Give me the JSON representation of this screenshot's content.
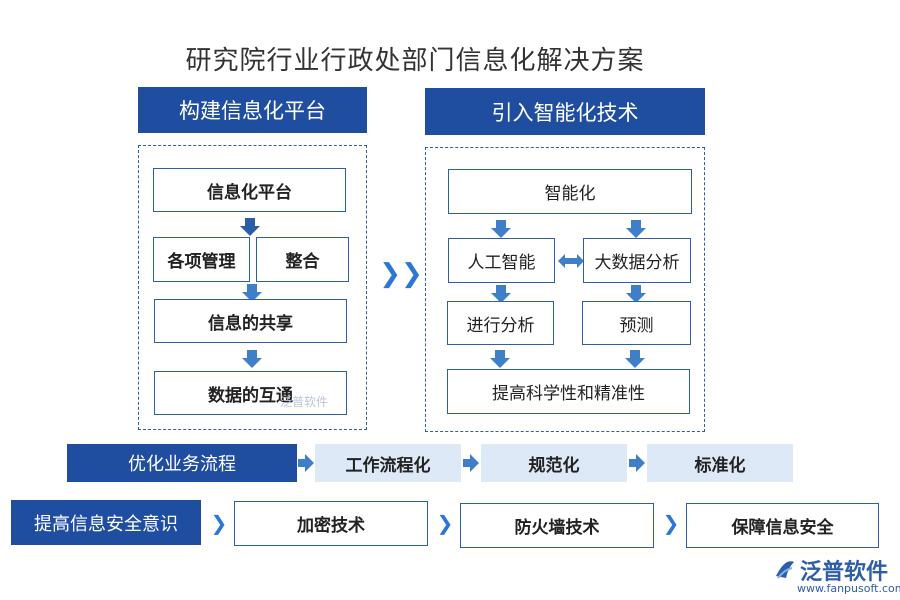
{
  "title": "研究院行业行政处部门信息化解决方案",
  "left": {
    "header": "构建信息化平台",
    "platform": "信息化平台",
    "management": "各项管理",
    "integrate": "整合",
    "share": "信息的共享",
    "exchange": "数据的互通"
  },
  "right": {
    "header": "引入智能化技术",
    "intelligence": "智能化",
    "ai": "人工智能",
    "bigdata": "大数据分析",
    "analysis": "进行分析",
    "predict": "预测",
    "improve": "提高科学性和精准性"
  },
  "row1": {
    "label": "优化业务流程",
    "items": [
      "工作流程化",
      "规范化",
      "标准化"
    ]
  },
  "row2": {
    "label": "提高信息安全意识",
    "items": [
      "加密技术",
      "防火墙技术",
      "保障信息安全"
    ]
  },
  "watermark": "泛普软件",
  "logo": {
    "name": "泛普软件",
    "url": "www.fanpusoft.com"
  },
  "colors": {
    "primary": "#1f4ea1",
    "border": "#2f5ea8",
    "arrow": "#3f7fc7",
    "light": "#dde9f6"
  }
}
